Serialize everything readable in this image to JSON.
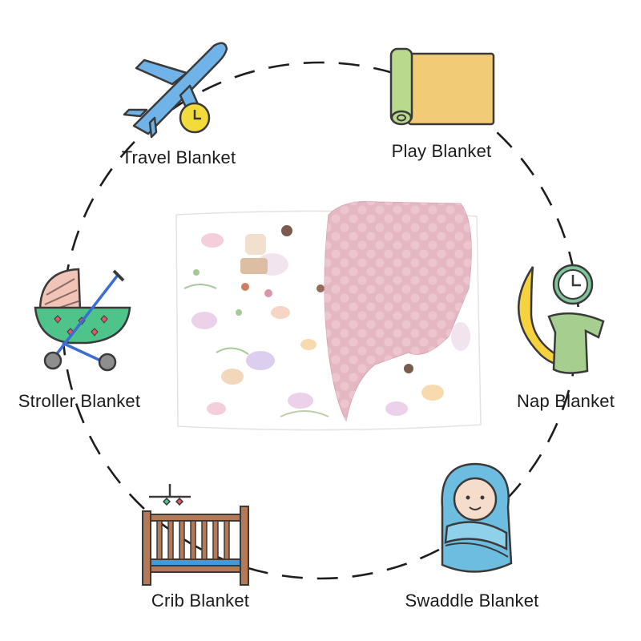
{
  "labels": {
    "travel": "Travel Blanket",
    "play": "Play Blanket",
    "stroller": "Stroller Blanket",
    "nap": "Nap Blanket",
    "crib": "Crib Blanket",
    "swaddle": "Swaddle Blanket"
  },
  "icons": {
    "travel": "airplane-clock-icon",
    "play": "rolled-mat-icon",
    "stroller": "baby-stroller-icon",
    "nap": "moon-clock-blanket-icon",
    "crib": "baby-crib-icon",
    "swaddle": "swaddled-baby-icon"
  },
  "colors": {
    "outline": "#3a3a3a",
    "plane_blue": "#6fb3e8",
    "clock_yellow": "#f3dc3a",
    "mat_yellow": "#f2cb76",
    "mat_green": "#b9d98c",
    "stroller_green": "#4ec48a",
    "heart_pink": "#e2556b",
    "wheel_blue": "#3a6fd1",
    "moon_yellow": "#f5d23e",
    "nap_green": "#7fc79a",
    "crib_wood": "#b47a58",
    "crib_blue": "#3f9be0",
    "swaddle_blue": "#6dbde0",
    "blanket_pink": "#e5b7c3",
    "blanket_print": "#ffffff"
  }
}
